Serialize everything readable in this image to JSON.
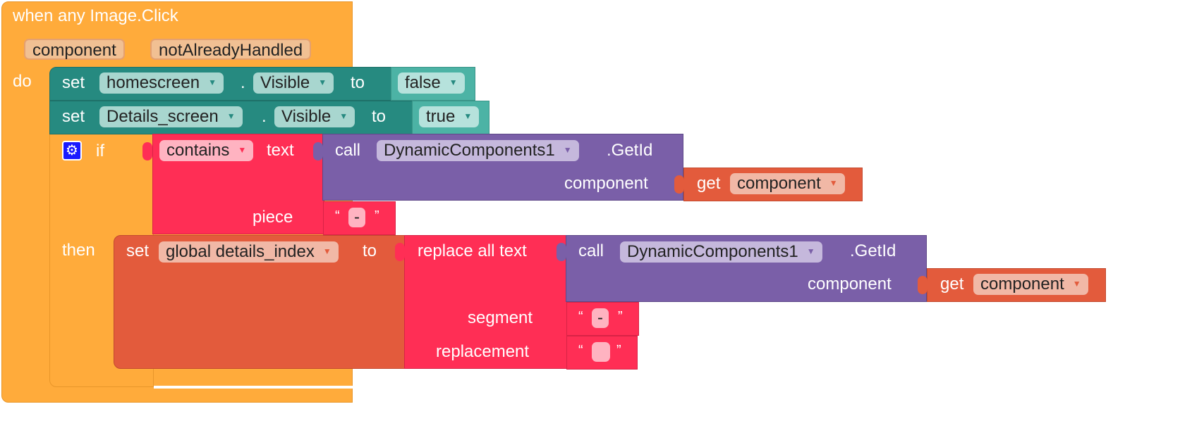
{
  "event": {
    "title": "when any Image.Click",
    "param1": "component",
    "param2": "notAlreadyHandled",
    "do_label": "do"
  },
  "set1": {
    "set": "set",
    "component": "homescreen",
    "dot": ".",
    "property": "Visible",
    "to": "to",
    "value": "false"
  },
  "set2": {
    "set": "set",
    "component": "Details_screen",
    "dot": ".",
    "property": "Visible",
    "to": "to",
    "value": "true"
  },
  "ifblock": {
    "if": "if",
    "then": "then",
    "gear_icon": "gear-icon"
  },
  "contains": {
    "op": "contains",
    "text_label": "text",
    "piece_label": "piece",
    "piece_value": "-"
  },
  "call1": {
    "call": "call",
    "component": "DynamicComponents1",
    "method": ".GetId",
    "arg_label": "component",
    "get": "get",
    "get_var": "component"
  },
  "set3": {
    "set": "set",
    "var": "global details_index",
    "to": "to"
  },
  "replace": {
    "op": "replace all text",
    "segment_label": "segment",
    "segment_value": "-",
    "replacement_label": "replacement",
    "replacement_value": ""
  },
  "call2": {
    "call": "call",
    "component": "DynamicComponents1",
    "method": ".GetId",
    "arg_label": "component",
    "get": "get",
    "get_var": "component"
  },
  "quotes": {
    "open": "“",
    "close": "”"
  },
  "colors": {
    "event": "#ffab3b",
    "set": "#268a80",
    "logic": "#4cb3a5",
    "text": "#ff2e55",
    "call": "#7a5fa8",
    "variable": "#e35b3c"
  }
}
